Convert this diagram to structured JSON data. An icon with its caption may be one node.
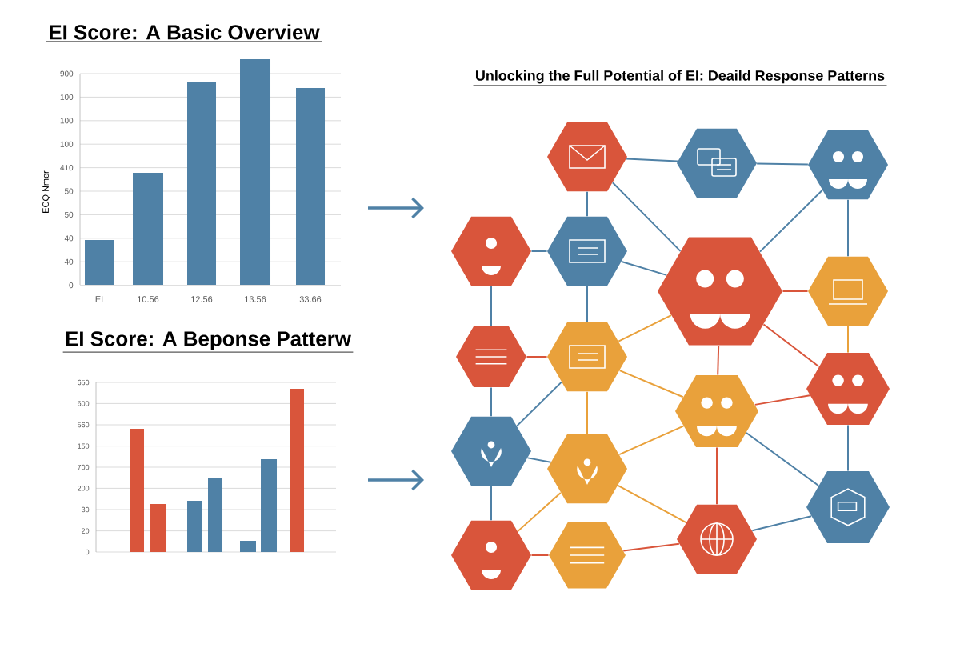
{
  "diagram": {
    "title": "Unlocking the Full Potential of EI: Deaild Response Patterns",
    "nodes": [
      {
        "text": [],
        "shape": "hexagon"
      },
      {
        "text": [],
        "shape": "hexagon"
      },
      {
        "text": [],
        "shape": "hexagon"
      },
      {
        "text": [],
        "shape": "hexagon"
      },
      {
        "text": [],
        "shape": "hexagon"
      },
      {
        "text": [],
        "shape": "hexagon"
      },
      {
        "text": [],
        "shape": "hexagon"
      },
      {
        "text": [],
        "shape": "hexagon"
      },
      {
        "text": [],
        "shape": "hexagon"
      },
      {
        "text": [],
        "shape": "hexagon"
      },
      {
        "text": [],
        "shape": "hexagon"
      },
      {
        "text": [],
        "shape": "hexagon"
      },
      {
        "text": [],
        "shape": "hexagon"
      },
      {
        "text": [],
        "shape": "hexagon"
      },
      {
        "text": [],
        "shape": "hexagon"
      },
      {
        "text": [],
        "shape": "hexagon"
      },
      {
        "text": [],
        "shape": "hexagon"
      }
    ],
    "edges": [
      {
        "from": 0,
        "to": 1,
        "arrow": "none"
      },
      {
        "from": 1,
        "to": 2,
        "arrow": "none"
      },
      {
        "from": 0,
        "to": 4,
        "arrow": "none"
      },
      {
        "from": 0,
        "to": 5,
        "arrow": "none"
      },
      {
        "from": 2,
        "to": 5,
        "arrow": "none"
      },
      {
        "from": 2,
        "to": 6,
        "arrow": "none"
      },
      {
        "from": 3,
        "to": 4,
        "arrow": "none"
      },
      {
        "from": 4,
        "to": 5,
        "arrow": "none"
      },
      {
        "from": 3,
        "to": 7,
        "arrow": "none"
      },
      {
        "from": 4,
        "to": 8,
        "arrow": "none"
      },
      {
        "from": 5,
        "to": 6,
        "arrow": "none",
        "color": "#d9553b"
      },
      {
        "from": 5,
        "to": 8,
        "arrow": "none",
        "color": "#e9a13b"
      },
      {
        "from": 5,
        "to": 9,
        "arrow": "none",
        "color": "#d9553b"
      },
      {
        "from": 5,
        "to": 10,
        "arrow": "none",
        "color": "#d9553b"
      },
      {
        "from": 6,
        "to": 10,
        "arrow": "none",
        "color": "#e9a13b"
      },
      {
        "from": 7,
        "to": 8,
        "arrow": "none",
        "color": "#d9553b"
      },
      {
        "from": 7,
        "to": 11,
        "arrow": "none"
      },
      {
        "from": 8,
        "to": 11,
        "arrow": "none"
      },
      {
        "from": 8,
        "to": 9,
        "arrow": "none",
        "color": "#e9a13b"
      },
      {
        "from": 8,
        "to": 12,
        "arrow": "none",
        "color": "#e9a13b"
      },
      {
        "from": 9,
        "to": 10,
        "arrow": "none",
        "color": "#d9553b"
      },
      {
        "from": 9,
        "to": 12,
        "arrow": "none",
        "color": "#e9a13b"
      },
      {
        "from": 9,
        "to": 15,
        "arrow": "none",
        "color": "#d9553b"
      },
      {
        "from": 9,
        "to": 16,
        "arrow": "none"
      },
      {
        "from": 10,
        "to": 16,
        "arrow": "none"
      },
      {
        "from": 11,
        "to": 12,
        "arrow": "none"
      },
      {
        "from": 11,
        "to": 13,
        "arrow": "none"
      },
      {
        "from": 12,
        "to": 13,
        "arrow": "none",
        "color": "#e9a13b"
      },
      {
        "from": 12,
        "to": 15,
        "arrow": "none",
        "color": "#e9a13b"
      },
      {
        "from": 13,
        "to": 14,
        "arrow": "none",
        "color": "#d9553b"
      },
      {
        "from": 14,
        "to": 15,
        "arrow": "none",
        "color": "#d9553b"
      },
      {
        "from": 15,
        "to": 16,
        "arrow": "none"
      }
    ],
    "labels": [
      "EI Score: A Basic Overview",
      "900",
      "100",
      "100",
      "100",
      "410",
      "50",
      "50",
      "40",
      "40",
      "0",
      "ECQ Nmer",
      "EI",
      "10.56",
      "12.56",
      "13.56",
      "33.66",
      "EI Score: A Beponse Patterw",
      "650",
      "600",
      "560",
      "150",
      "700",
      "200",
      "30",
      "20",
      "0"
    ]
  }
}
